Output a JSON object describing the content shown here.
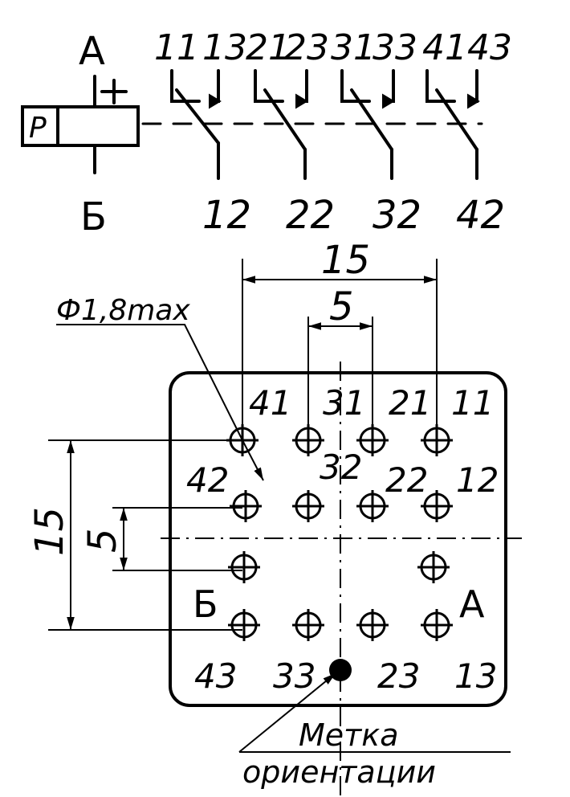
{
  "schematic": {
    "coil_label": "Р",
    "terminal_a": "А",
    "terminal_b": "Б",
    "polarity": "+",
    "contact_groups": [
      {
        "top_left": "11",
        "top_right": "13",
        "bottom": "12"
      },
      {
        "top_left": "21",
        "top_right": "23",
        "bottom": "22"
      },
      {
        "top_left": "31",
        "top_right": "33",
        "bottom": "32"
      },
      {
        "top_left": "41",
        "top_right": "43",
        "bottom": "42"
      }
    ]
  },
  "footprint": {
    "dimensions": {
      "overall_horizontal": "15",
      "pitch_horizontal": "5",
      "overall_vertical": "15",
      "pitch_vertical": "5"
    },
    "hole_note": "Ф1,8max",
    "pin_labels": {
      "p41": "41",
      "p31": "31",
      "p21": "21",
      "p11": "11",
      "p42": "42",
      "p32": "32",
      "p22": "22",
      "p12": "12",
      "pB": "Б",
      "pA": "А",
      "p43": "43",
      "p33": "33",
      "p23": "23",
      "p13": "13"
    },
    "marker_label_line1": "Метка",
    "marker_label_line2": "ориентации"
  }
}
